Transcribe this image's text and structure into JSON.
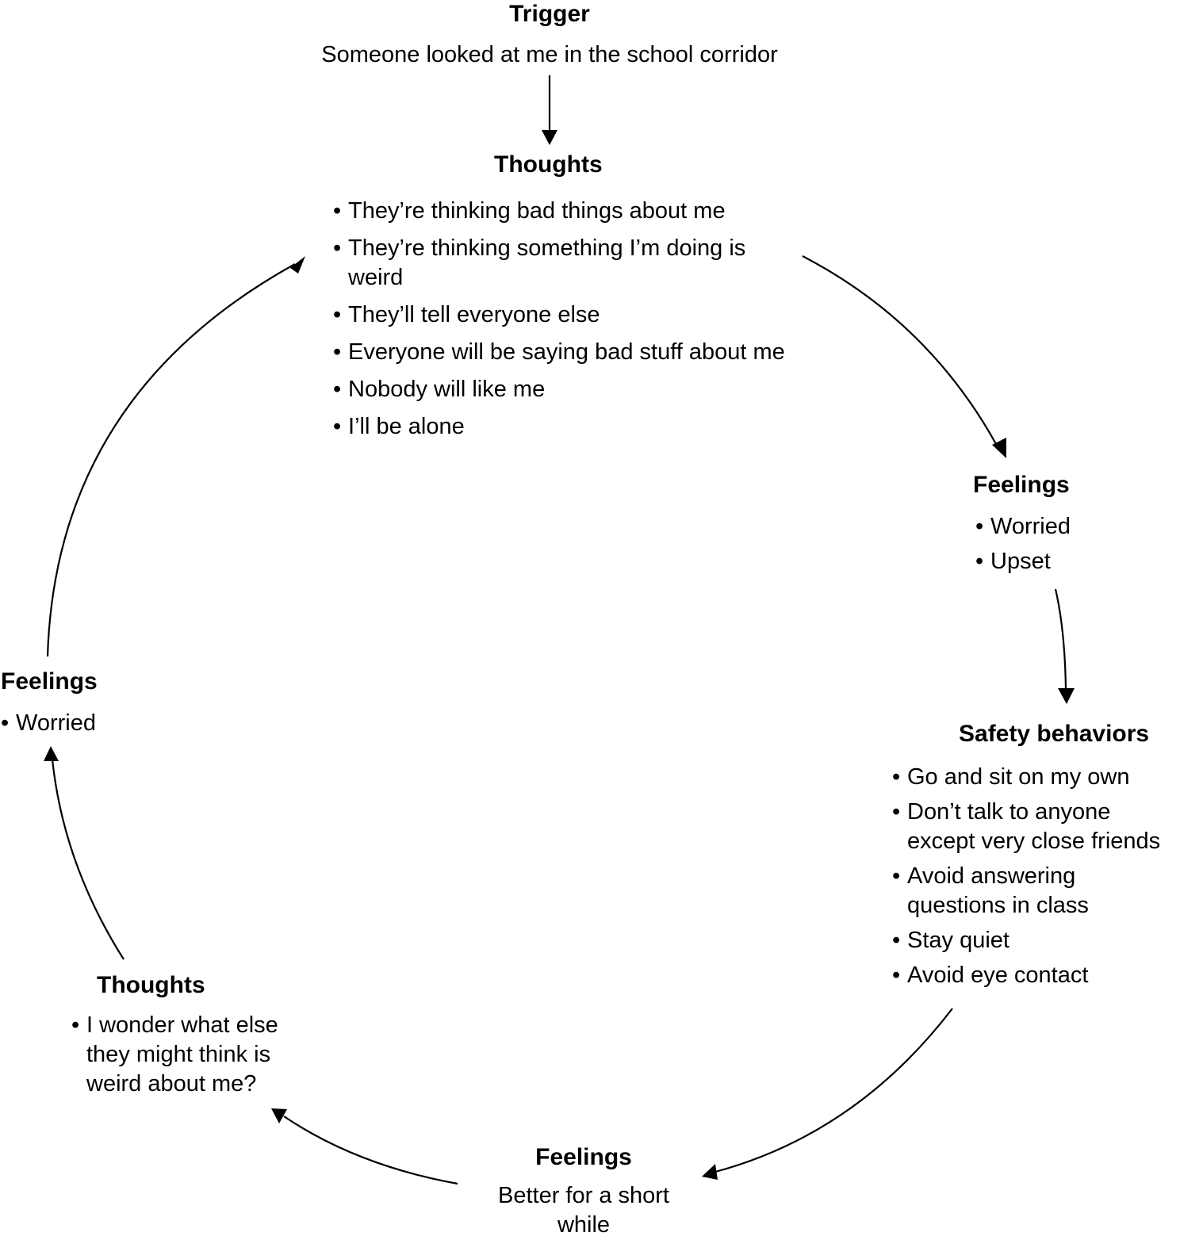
{
  "diagram": {
    "type": "cycle",
    "trigger": {
      "title": "Trigger",
      "text": "Someone looked at me in the school corridor"
    },
    "thoughts_top": {
      "title": "Thoughts",
      "items": [
        "They’re thinking bad things about me",
        "They’re thinking something I’m doing is weird",
        "They’ll tell everyone else",
        "Everyone will be saying bad stuff about me",
        "Nobody will like me",
        "I’ll be alone"
      ]
    },
    "feelings_right": {
      "title": "Feelings",
      "items": [
        "Worried",
        "Upset"
      ]
    },
    "safety_behaviors": {
      "title": "Safety behaviors",
      "items": [
        "Go and sit on my own",
        "Don’t talk to anyone except very close friends",
        "Avoid answering questions in class",
        "Stay quiet",
        "Avoid eye contact"
      ]
    },
    "feelings_bottom": {
      "title": "Feelings",
      "text": "Better for a short while"
    },
    "thoughts_bottom_left": {
      "title": "Thoughts",
      "items": [
        "I wonder what else they might think is weird about me?"
      ]
    },
    "feelings_left": {
      "title": "Feelings",
      "items": [
        "Worried"
      ]
    },
    "edges": [
      {
        "from": "trigger",
        "to": "thoughts_top"
      },
      {
        "from": "thoughts_top",
        "to": "feelings_right"
      },
      {
        "from": "feelings_right",
        "to": "safety_behaviors"
      },
      {
        "from": "safety_behaviors",
        "to": "feelings_bottom"
      },
      {
        "from": "feelings_bottom",
        "to": "thoughts_bottom_left"
      },
      {
        "from": "thoughts_bottom_left",
        "to": "feelings_left"
      },
      {
        "from": "feelings_left",
        "to": "thoughts_top"
      }
    ]
  }
}
